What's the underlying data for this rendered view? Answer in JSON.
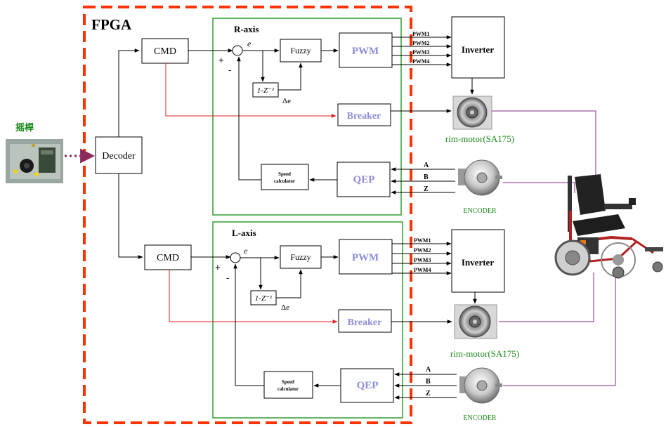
{
  "fpga_label": "FPGA",
  "joystick_label": "摇桿",
  "decoder_label": "Decoder",
  "axes": [
    {
      "title": "R-axis",
      "cmd": "CMD",
      "error_symbol": "e",
      "plus": "+",
      "minus": "-",
      "fuzzy": "Fuzzy",
      "delay": "1-Z⁻¹",
      "delta_e": "Δe",
      "pwm": "PWM",
      "pwm_lines": [
        "PWM1",
        "PWM2",
        "PWM3",
        "PWM4"
      ],
      "inverter": "Inverter",
      "breaker": "Breaker",
      "speed_calc_line1": "Speed",
      "speed_calc_line2": "calculator",
      "qep": "QEP",
      "encoder_lines": [
        "A",
        "B",
        "Z"
      ],
      "motor_label": "rim-motor(SA175)",
      "encoder_label": "ENCODER"
    },
    {
      "title": "L-axis",
      "cmd": "CMD",
      "error_symbol": "e",
      "plus": "+",
      "minus": "-",
      "fuzzy": "Fuzzy",
      "delay": "1-Z⁻¹",
      "delta_e": "Δe",
      "pwm": "PWM",
      "pwm_lines": [
        "PWM1",
        "PWM2",
        "PWM3",
        "PWM4"
      ],
      "inverter": "Inverter",
      "breaker": "Breaker",
      "speed_calc_line1": "Speed",
      "speed_calc_line2": "calculator",
      "qep": "QEP",
      "encoder_lines": [
        "A",
        "B",
        "Z"
      ],
      "motor_label": "rim-motor(SA175)",
      "encoder_label": "ENCODER"
    }
  ],
  "colors": {
    "fpga_border": "#ff3300",
    "axis_border": "#2e9e2e",
    "signal_line": "#000000",
    "cmd_breaker_line": "#dd2222",
    "block_label_blue": "#8c8cd8",
    "motor_label_green": "#1a8a1a",
    "wheelchair_wire": "#8b2a8b",
    "joystick_arrow": "#8b2a5a"
  }
}
